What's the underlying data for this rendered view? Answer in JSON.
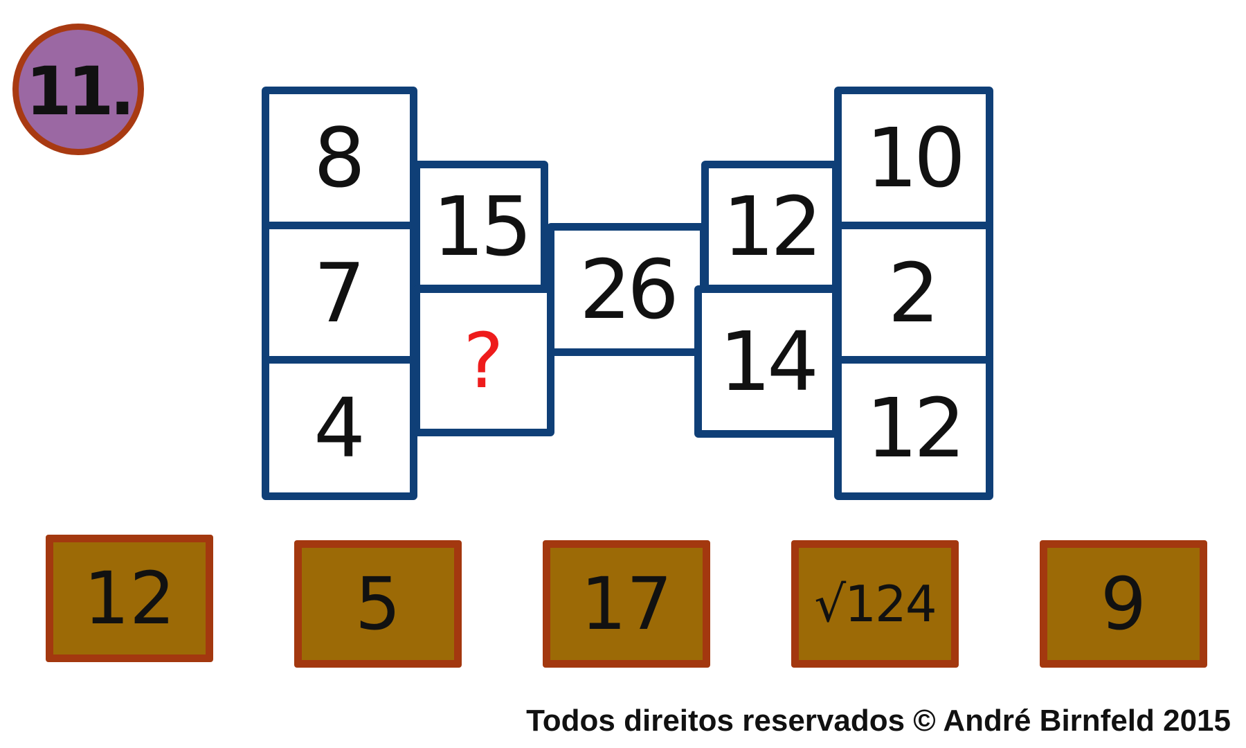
{
  "puzzle": {
    "number_label": "11.",
    "left_column": [
      "8",
      "7",
      "4"
    ],
    "inner_left_column": [
      "15",
      "?"
    ],
    "center": "26",
    "inner_right_column": [
      "12",
      "14"
    ],
    "right_column": [
      "10",
      "2",
      "12"
    ],
    "unknown_color": "#ee1c1c",
    "grid_color": "#0f3f77"
  },
  "options": [
    {
      "label": "12"
    },
    {
      "label": "5"
    },
    {
      "label": "17"
    },
    {
      "label": "√124"
    },
    {
      "label": "9"
    }
  ],
  "footer": {
    "copyright": "Todos direitos reservados © André Birnfeld 2015"
  },
  "colors": {
    "badge_fill": "#9b68a3",
    "badge_border": "#a83a12",
    "option_fill": "#9c6a06",
    "option_border": "#a3380f"
  }
}
